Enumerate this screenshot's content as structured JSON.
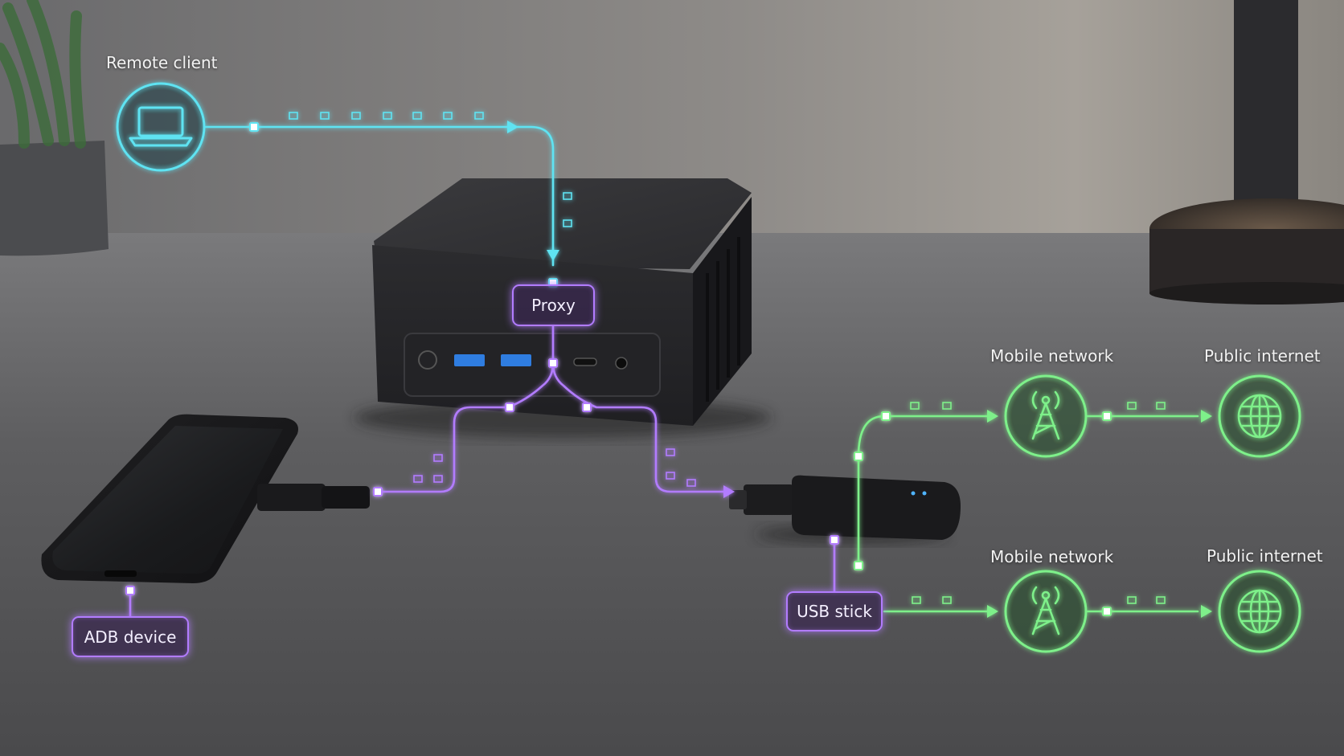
{
  "labels": {
    "remote_client": "Remote client",
    "proxy": "Proxy",
    "adb_device": "ADB device",
    "usb_stick": "USB stick",
    "mobile_network_top": "Mobile network",
    "public_internet_top": "Public internet",
    "mobile_network_bottom": "Mobile network",
    "public_internet_bottom": "Public internet"
  },
  "icons": {
    "remote_client": "laptop-icon",
    "mobile_network": "cell-tower-icon",
    "public_internet": "globe-icon"
  },
  "colors": {
    "client_link": "#5fe3f2",
    "local_link": "#b27cff",
    "mobile_link": "#7ef08a"
  }
}
